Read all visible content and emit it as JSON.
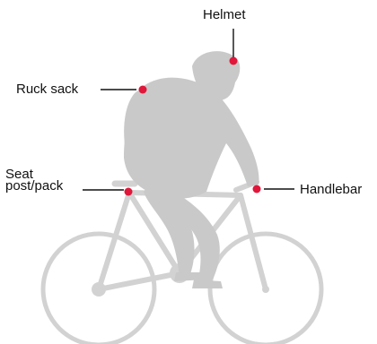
{
  "colors": {
    "figure": "#c9c9c9",
    "bike": "#d2d2d2",
    "dot": "#e0173a",
    "line": "#111111"
  },
  "labels": {
    "helmet": "Helmet",
    "ruck_sack": "Ruck sack",
    "seat_line1": "Seat",
    "seat_line2": "post/pack",
    "handlebar": "Handlebar"
  }
}
